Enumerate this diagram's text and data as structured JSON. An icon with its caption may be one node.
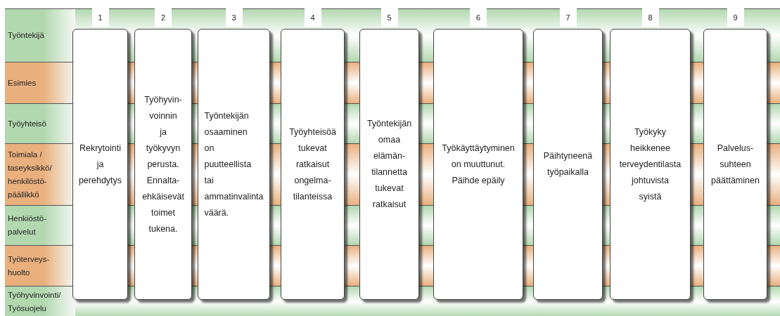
{
  "diagram": {
    "nodes": [
      {
        "text": [
          "Työntekijä"
        ]
      },
      {
        "text": [
          "Esimies"
        ]
      },
      {
        "text": [
          "Työyhteisö"
        ]
      },
      {
        "text": [
          "Toimiala / taseyksikkö/ henkilöstö- päällikkö"
        ]
      },
      {
        "text": [
          "Henkiöstö- palvelut"
        ]
      },
      {
        "text": [
          "Työterveys- huolto"
        ]
      },
      {
        "text": [
          "Työhyvinvointi/ Työsuojelu"
        ]
      },
      {
        "text": [
          "Rekrytointi ja perehdytys"
        ]
      },
      {
        "text": [
          "Työhyvin- voinnin ja työkyvyn perusta. Ennalta- ehkäisevät toimet tukena."
        ]
      },
      {
        "text": [
          "Työntekijän osaaminen on puutteellista tai ammatinvalinta väärä."
        ]
      },
      {
        "text": [
          "Työyhteisöä tukevat ratkaisut ongelma- tilanteissa"
        ]
      },
      {
        "text": [
          "Työntekijän omaa elämän- tilannetta tukevat ratkaisut"
        ]
      },
      {
        "text": [
          "Työkäyttäytyminen on muuttunut. Päihde epäily"
        ]
      },
      {
        "text": [
          "Päihtyneenä työpaikalla"
        ]
      },
      {
        "text": [
          "Työkyky heikkenee terveydentilasta johtuvista syistä"
        ]
      },
      {
        "text": [
          "Palvelus- suhteen päättäminen"
        ]
      }
    ],
    "labels": [
      "1",
      "2",
      "3",
      "4",
      "5",
      "6",
      "7",
      "8",
      "9"
    ]
  }
}
